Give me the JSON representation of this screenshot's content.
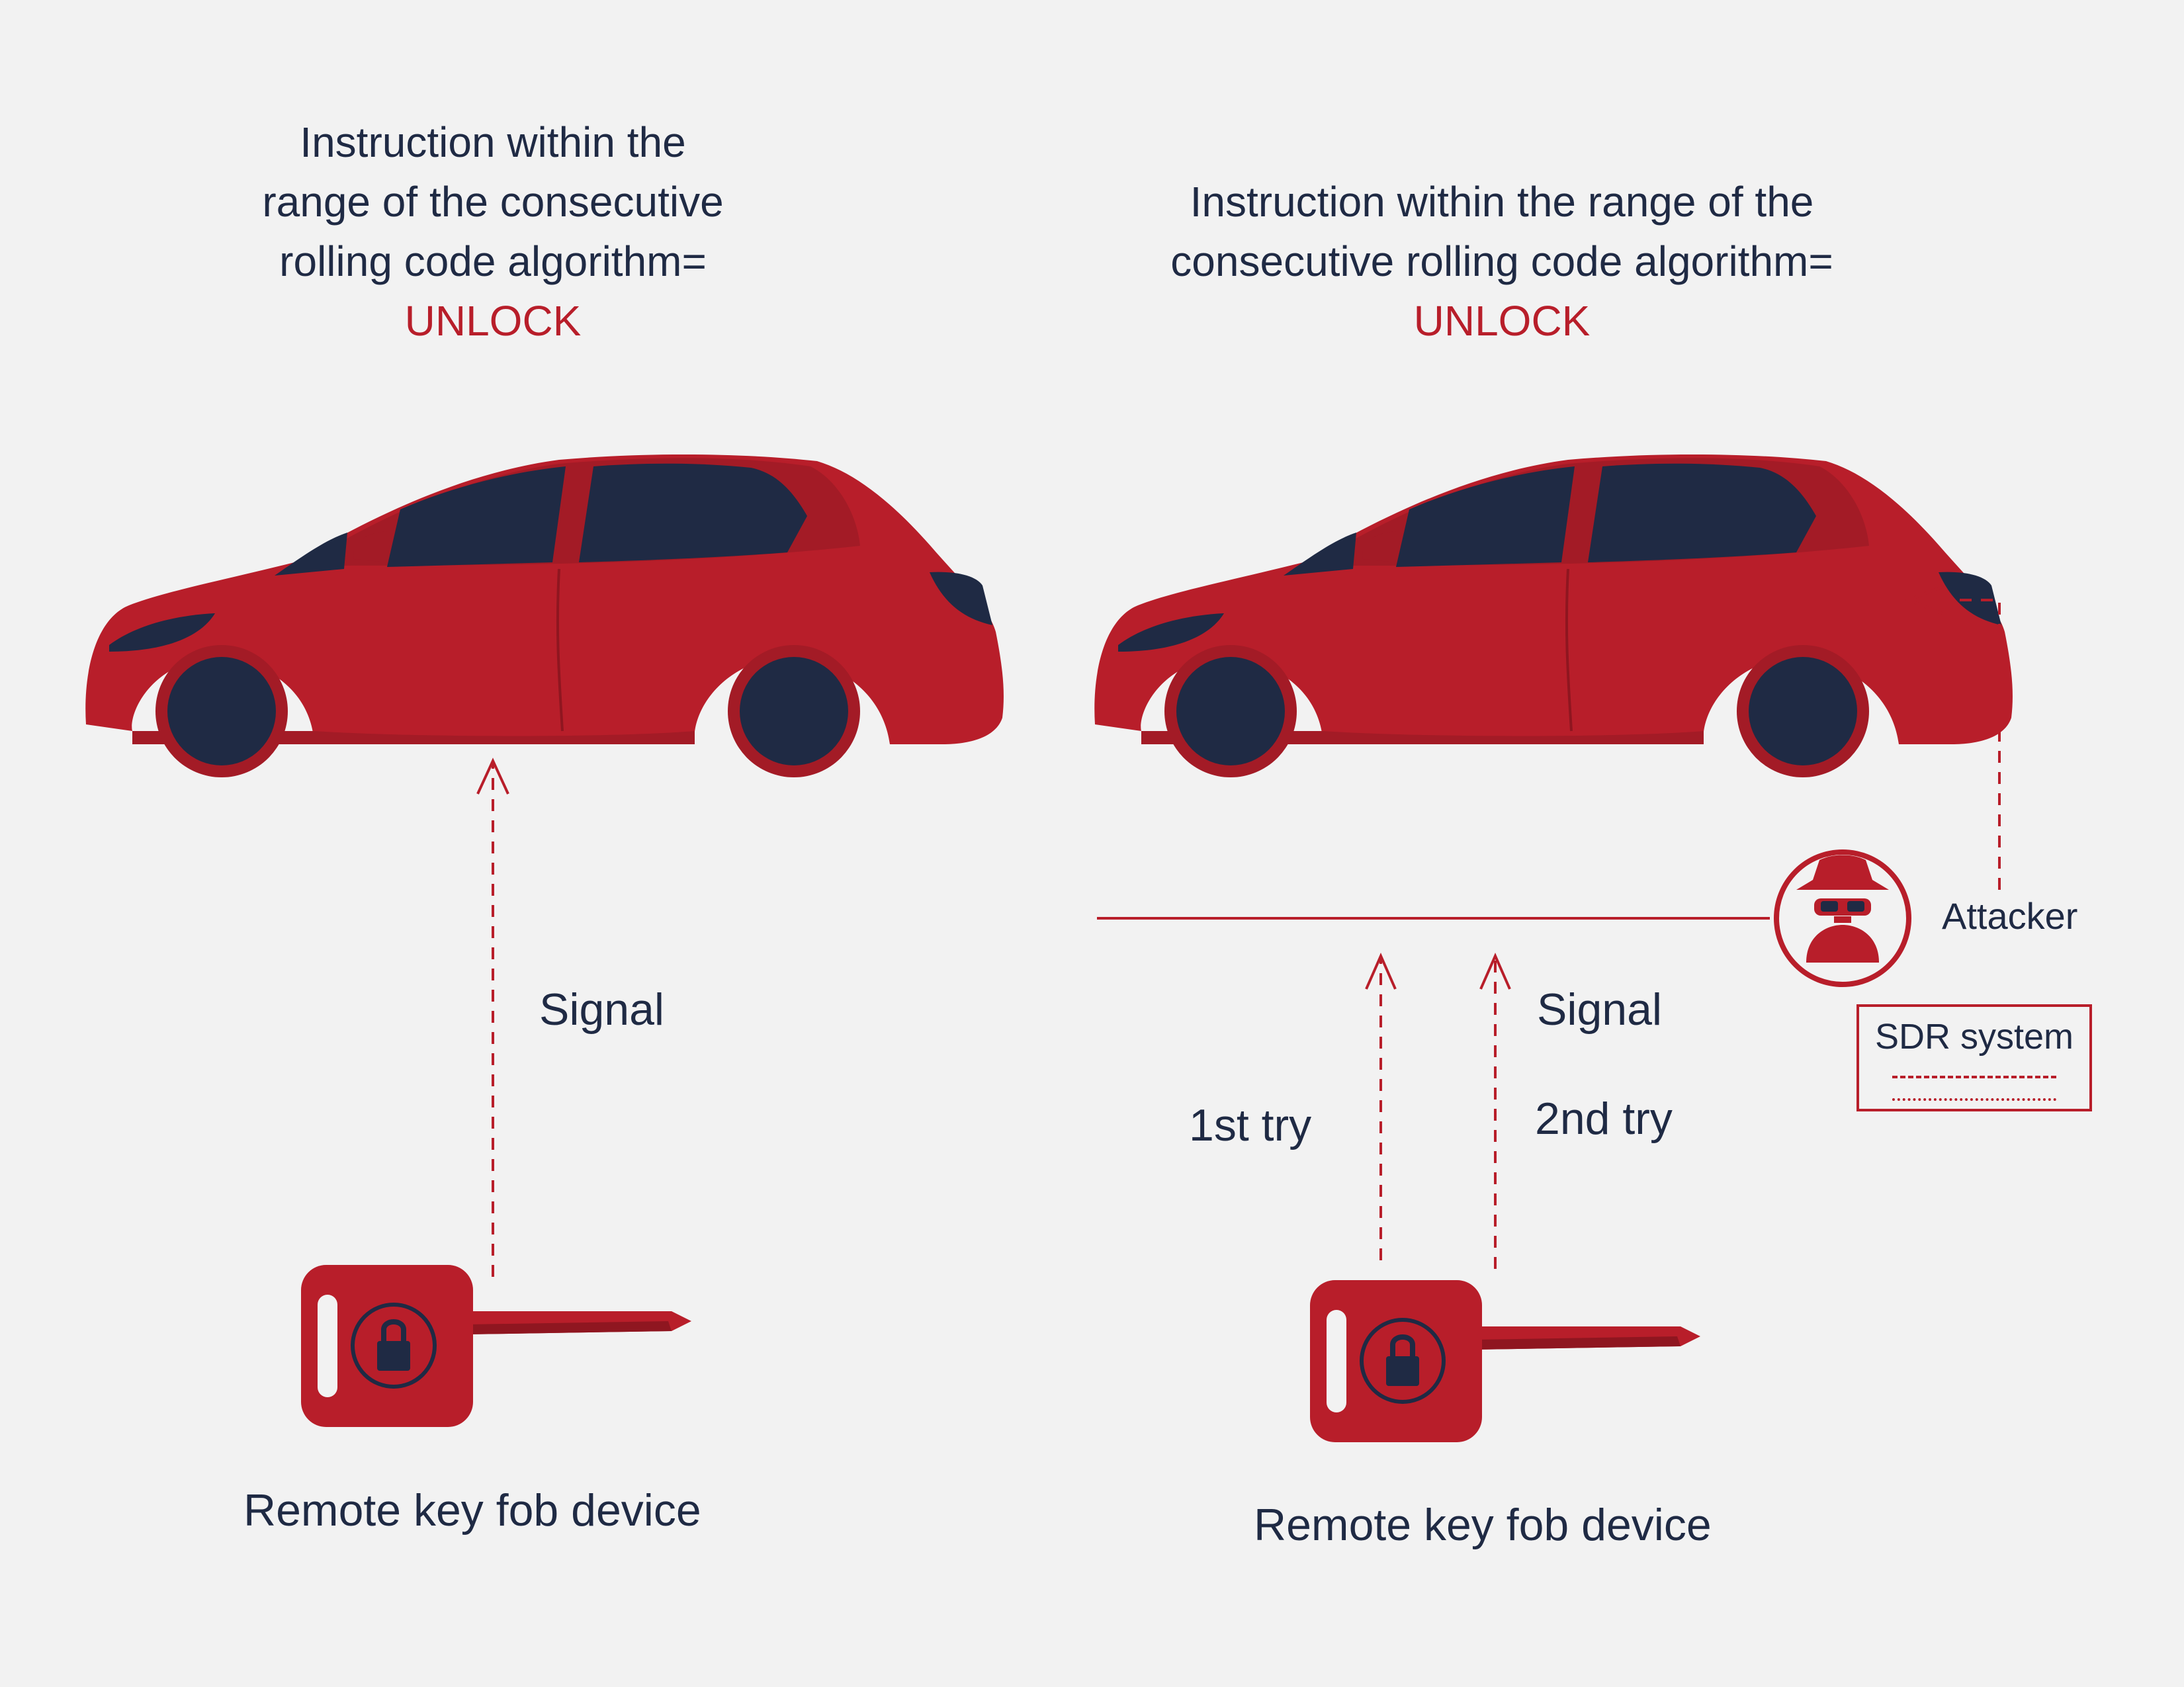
{
  "left_panel": {
    "title_line1": "Instruction within the",
    "title_line2": "range of the consecutive",
    "title_line3": "rolling code algorithm=",
    "action": "UNLOCK",
    "signal_label": "Signal",
    "device_label": "Remote key fob device"
  },
  "right_panel": {
    "title_line1": "Instruction within the range of the",
    "title_line2": "consecutive rolling code algorithm=",
    "action": "UNLOCK",
    "signal_label": "Signal",
    "first_try_label": "1st try",
    "second_try_label": "2nd try",
    "device_label": "Remote key fob device",
    "attacker_label": "Attacker",
    "legend_title": "SDR system"
  },
  "colors": {
    "car_red": "#b81e2a",
    "accent": "#b81e2a",
    "navy": "#1f2a44",
    "background": "#f2f2f2"
  },
  "icons": [
    "car-icon",
    "car-key-icon",
    "padlock-icon",
    "attacker-spy-icon"
  ]
}
